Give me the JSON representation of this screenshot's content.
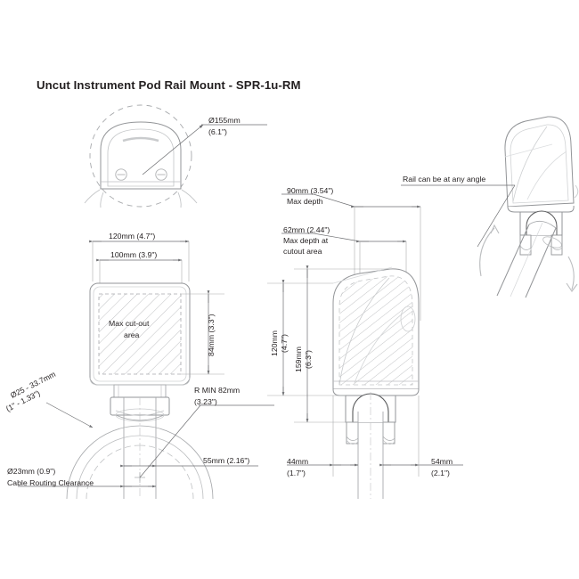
{
  "document": {
    "title": "Uncut Instrument Pod Rail Mount - SPR-1u-RM",
    "background_color": "#ffffff",
    "line_color": "#231f20",
    "thin_line_color": "#8b8b8e",
    "dimension_color": "#6d6e71"
  },
  "views": {
    "front_view": {
      "name": "front-elevation-with-envelope-circle",
      "diameter_label_line1": "Ø155mm",
      "diameter_label_line2": "(6.1\")"
    },
    "plan_view": {
      "name": "plan-cutout-view",
      "width_outer": "120mm (4.7\")",
      "width_inner": "100mm (3.9\")",
      "height": "84mm (3.3\")",
      "cutout_label_line1": "Max cut-out",
      "cutout_label_line2": "area",
      "rail_diameter_line1": "Ø25 - 33.7mm",
      "rail_diameter_line2": "(1\" - 1.33\")",
      "cable_clearance_line1": "Ø23mm (0.9\")",
      "cable_clearance_line2": "Cable Routing Clearance",
      "bend_radius_line1": "R MIN 82mm",
      "bend_radius_line2": "(3.23\")",
      "clamp_width": "55mm (2.16\")"
    },
    "side_view": {
      "name": "side-section-view",
      "max_depth_line1": "90mm (3.54\")",
      "max_depth_line2": "Max depth",
      "cutout_depth_line1": "62mm (2.44\")",
      "cutout_depth_line2": "Max depth at",
      "cutout_depth_line3": "cutout area",
      "height_120_line1": "120mm",
      "height_120_line2": "(4.7\")",
      "height_159_line1": "159mm",
      "height_159_line2": "(6.3\")",
      "offset_left_line1": "44mm",
      "offset_left_line2": "(1.7\")",
      "offset_right_line1": "54mm",
      "offset_right_line2": "(2.1\")"
    },
    "angle_view": {
      "name": "angled-rail-illustration",
      "note": "Rail can be at any angle"
    }
  }
}
